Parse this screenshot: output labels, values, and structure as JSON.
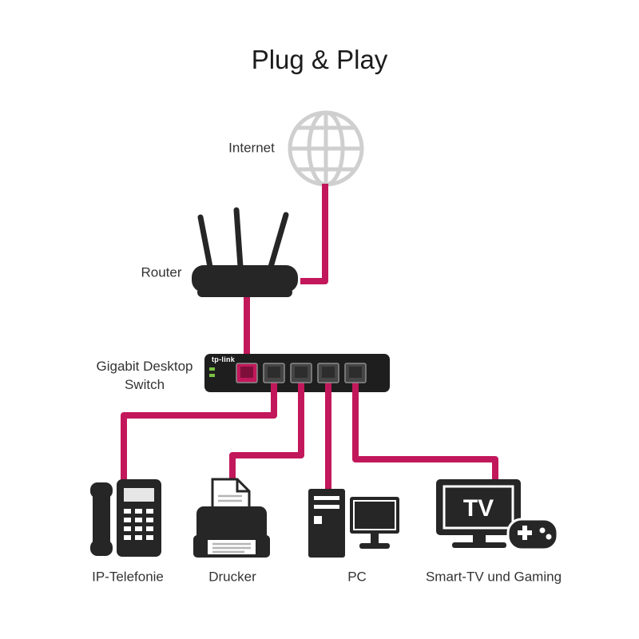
{
  "title": "Plug & Play",
  "labels": {
    "internet": "Internet",
    "router": "Router",
    "switch_line1": "Gigabit Desktop",
    "switch_line2": "Switch",
    "phone": "IP-Telefonie",
    "printer": "Drucker",
    "pc": "PC",
    "tv": "Smart-TV und Gaming"
  },
  "switch": {
    "brand": "tp-link",
    "port_count": 5
  },
  "tv_screen_text": "TV",
  "colors": {
    "cable": "#c2185b",
    "device": "#262626",
    "globe": "#cfcfcf",
    "led": "#7ac143",
    "text": "#333333",
    "port": "#454545",
    "port_outline": "#8c8c8c",
    "switch_body": "#1e1e1e"
  }
}
